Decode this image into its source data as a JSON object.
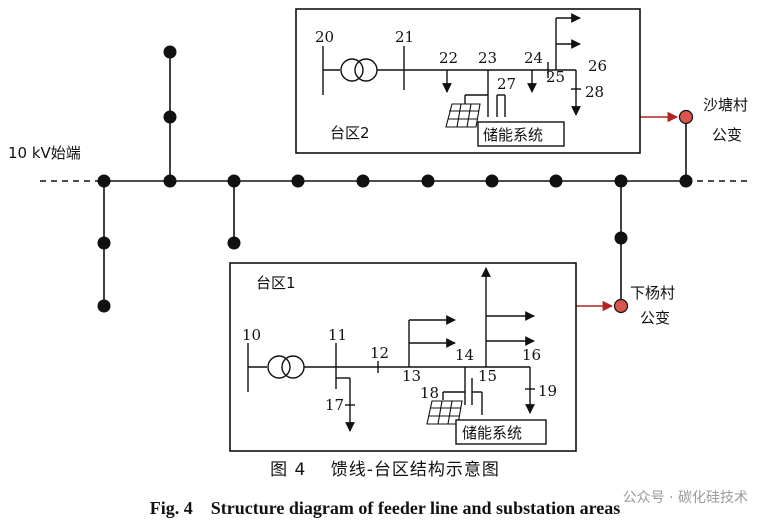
{
  "diagram": {
    "source_label": "10 kV始端",
    "area2": {
      "title": "台区2",
      "nodes": [
        "20",
        "21",
        "22",
        "23",
        "24",
        "25",
        "26",
        "27",
        "28"
      ],
      "storage_label": "储能系统"
    },
    "area1": {
      "title": "台区1",
      "nodes": [
        "10",
        "11",
        "12",
        "13",
        "14",
        "15",
        "16",
        "17",
        "18",
        "19"
      ],
      "storage_label": "储能系统"
    },
    "substation_top": {
      "line1": "沙塘村",
      "line2": "公变"
    },
    "substation_bottom": {
      "line1": "下杨村",
      "line2": "公变"
    }
  },
  "caption_cn": "图 4　 馈线-台区结构示意图",
  "caption_en": "Fig. 4　Structure diagram of feeder line and substation areas",
  "watermark": "公众号 · 碳化硅技术",
  "colors": {
    "line": "#111111",
    "substation_fill": "#d9534f",
    "arrow_red": "#b22222"
  }
}
